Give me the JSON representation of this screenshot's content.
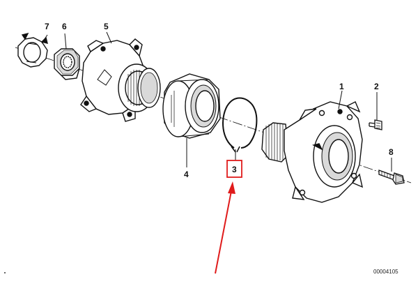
{
  "diagram": {
    "callouts": {
      "n1": "1",
      "n2": "2",
      "n3": "3",
      "n4": "4",
      "n5": "5",
      "n6": "6",
      "n7": "7",
      "n8": "8"
    },
    "reference_code": "00004105",
    "highlight_color": "#e01b1b",
    "line_color": "#111111"
  }
}
